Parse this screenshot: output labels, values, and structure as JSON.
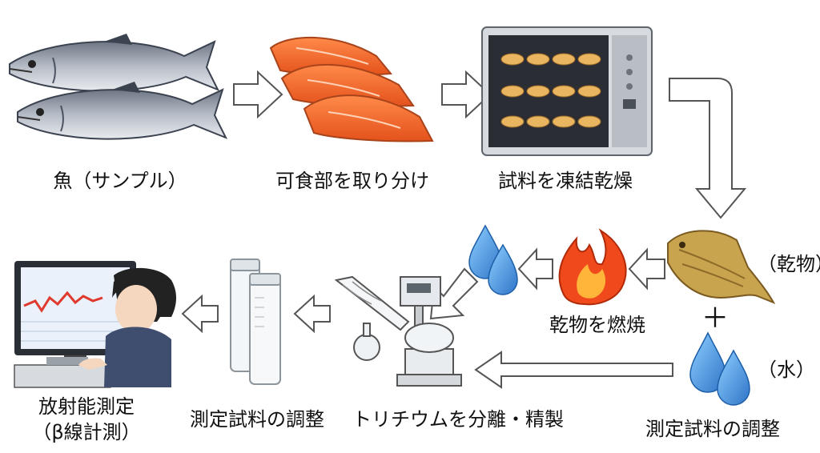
{
  "steps": {
    "fish": "魚（サンプル）",
    "fillet": "可食部を取り分け",
    "freeze_dry": "試料を凍結乾燥",
    "dried_matter": "（乾物）",
    "plus": "＋",
    "water": "（水）",
    "prepare_sample_right": "測定試料の調整",
    "combust": "乾物を燃焼",
    "separate": "トリチウムを分離・精製",
    "prepare_sample_left": "測定試料の調整",
    "measure_line1": "放射能測定",
    "measure_line2": "（β線計測）"
  },
  "colors": {
    "fish_body": "#9aa1ab",
    "fish_fin": "#3b4250",
    "salmon": "#f26a2e",
    "freezer": "#8b949c",
    "water_drop": "#3d86d8",
    "flame": "#f04a1c",
    "dried_fish": "#c8a44e",
    "arrow_stroke": "#555555"
  }
}
